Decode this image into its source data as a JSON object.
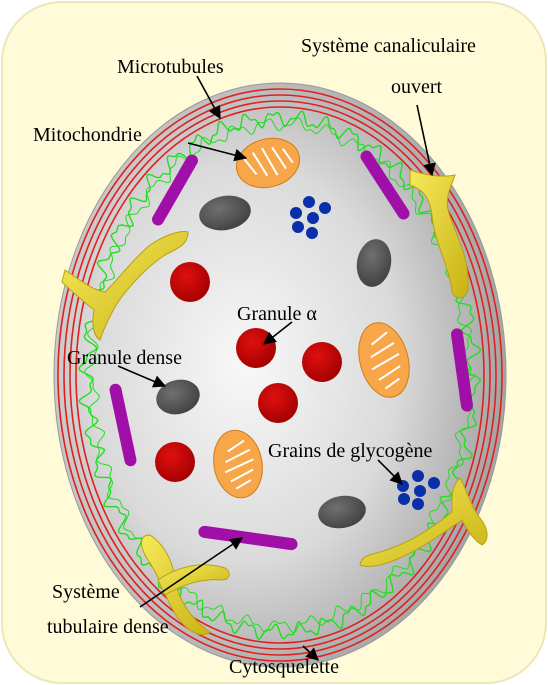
{
  "labels": {
    "microtubules": "Microtubules",
    "canalicular_line1": "Système canaliculaire",
    "canalicular_line2": "ouvert",
    "mitochondria": "Mitochondrie",
    "granule_alpha": "Granule α",
    "dense_granule": "Granule dense",
    "glycogen": "Grains de glycogène",
    "dense_tubular_line1": "Système",
    "dense_tubular_line2": "tubulaire dense",
    "cytoskeleton": "Cytosquelette"
  },
  "colors": {
    "background_box": "#fffbd8",
    "background_border": "#ece6b8",
    "cytoplasm_light": "#f4f4f4",
    "cytoplasm_dark": "#9a9a9a",
    "microtubule_ring": "#e02020",
    "cytoskeleton": "#22dd22",
    "alpha_granule": "#c40000",
    "dense_granule": "#555555",
    "mitochondria": "#f7a64a",
    "mitochondria_line": "#ffffff",
    "glycogen": "#0a2fa8",
    "dense_tubular": "#a010a8",
    "canalicular": "#e6d22a"
  }
}
